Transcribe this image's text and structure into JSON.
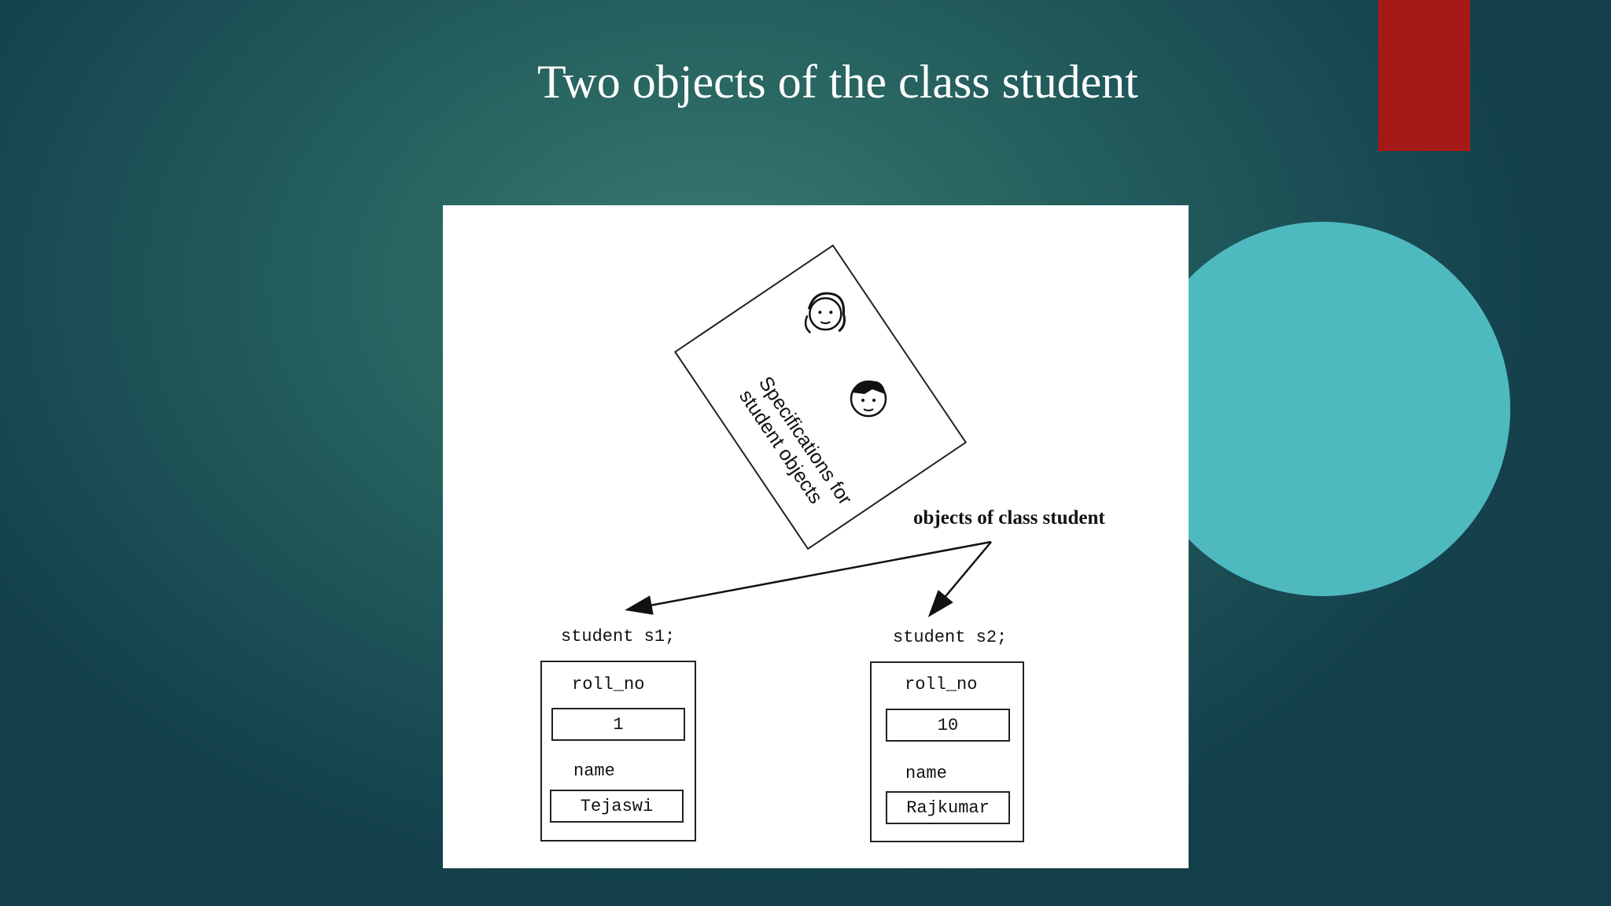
{
  "slide": {
    "title": "Two objects of the class student",
    "accent_red": "#a51a17",
    "accent_teal": "#4fb9c0"
  },
  "figure": {
    "spec_document": {
      "line1": "Specifications for",
      "line2": "student objects",
      "icons": [
        "woman-face-icon",
        "man-face-icon"
      ]
    },
    "caption": "objects of class student",
    "objects": [
      {
        "declaration": "student s1;",
        "field1_label": "roll_no",
        "field1_value": "1",
        "field2_label": "name",
        "field2_value": "Tejaswi"
      },
      {
        "declaration": "student s2;",
        "field1_label": "roll_no",
        "field1_value": "10",
        "field2_label": "name",
        "field2_value": "Rajkumar"
      }
    ]
  }
}
